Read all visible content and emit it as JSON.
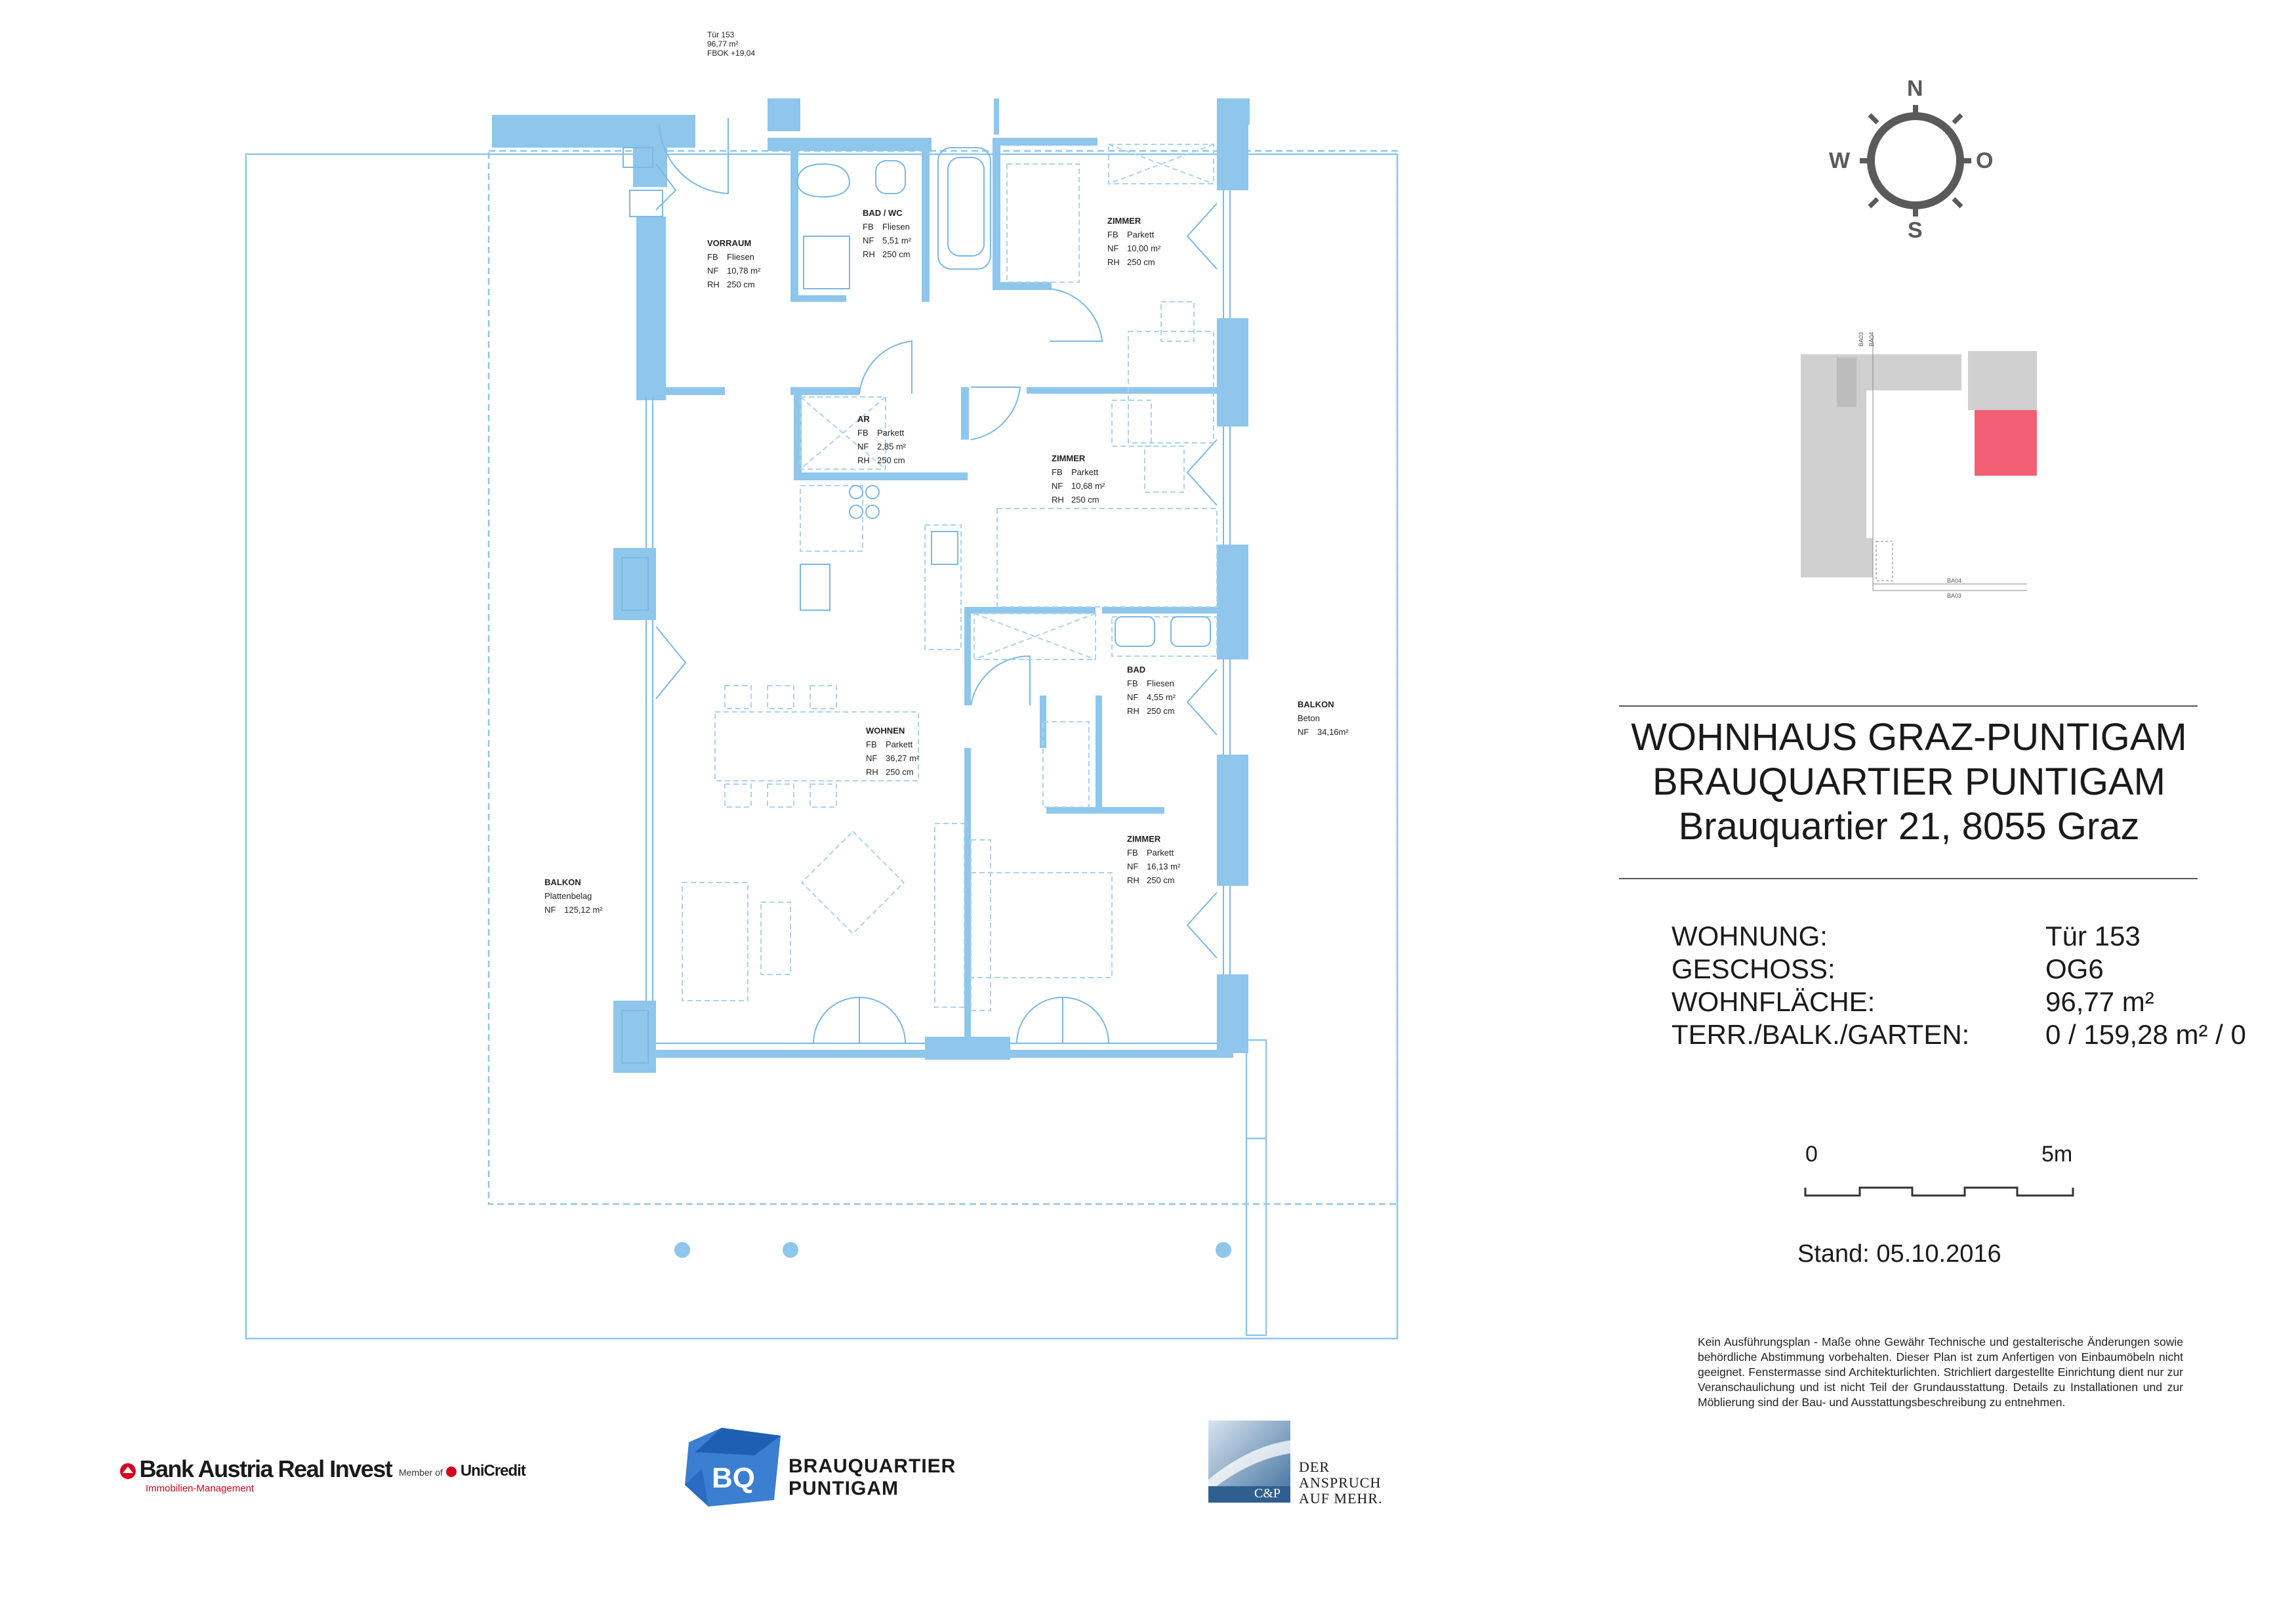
{
  "door": {
    "title": "Tür 153",
    "area": "96,77 m²",
    "fbok": "FBOK +19,04"
  },
  "rooms": [
    {
      "id": "vorraum",
      "name": "VORRAUM",
      "fb": "Fliesen",
      "nf": "10,78 m²",
      "rh": "250 cm"
    },
    {
      "id": "bad-wc",
      "name": "BAD / WC",
      "fb": "Fliesen",
      "nf": "5,51 m²",
      "rh": "250 cm"
    },
    {
      "id": "zimmer-1",
      "name": "ZIMMER",
      "fb": "Parkett",
      "nf": "10,00 m²",
      "rh": "250 cm"
    },
    {
      "id": "ar",
      "name": "AR",
      "fb": "Parkett",
      "nf": "2,85 m²",
      "rh": "250 cm"
    },
    {
      "id": "zimmer-2",
      "name": "ZIMMER",
      "fb": "Parkett",
      "nf": "10,68 m²",
      "rh": "250 cm"
    },
    {
      "id": "bad",
      "name": "BAD",
      "fb": "Fliesen",
      "nf": "4,55 m²",
      "rh": "250 cm"
    },
    {
      "id": "wohnen",
      "name": "WOHNEN",
      "fb": "Parkett",
      "nf": "36,27 m²",
      "rh": "250 cm"
    },
    {
      "id": "zimmer-3",
      "name": "ZIMMER",
      "fb": "Parkett",
      "nf": "16,13 m²",
      "rh": "250 cm"
    }
  ],
  "balconies": [
    {
      "id": "balkon-west",
      "name": "BALKON",
      "material": "Plattenbelag",
      "nf": "125,12 m²"
    },
    {
      "id": "balkon-east",
      "name": "BALKON",
      "material": "Beton",
      "nf": "34,16m²"
    }
  ],
  "labels": {
    "fb": "FB",
    "nf": "NF",
    "rh": "RH"
  },
  "compass": {
    "n": "N",
    "s": "S",
    "w": "W",
    "o": "O"
  },
  "site_labels": {
    "a": "BA03",
    "b": "BA04",
    "c": "BA04",
    "d": "BA03"
  },
  "title_lines": [
    "WOHNHAUS GRAZ-PUNTIGAM",
    "BRAUQUARTIER PUNTIGAM",
    "Brauquartier 21, 8055 Graz"
  ],
  "info": [
    {
      "key": "WOHNUNG:",
      "value": "Tür 153"
    },
    {
      "key": "GESCHOSS:",
      "value": "OG6"
    },
    {
      "key": "WOHNFLÄCHE:",
      "value": "96,77 m²"
    },
    {
      "key": "TERR./BALK./GARTEN:",
      "value": "0 / 159,28 m² / 0"
    }
  ],
  "scale": {
    "start": "0",
    "end": "5m"
  },
  "stand": "Stand: 05.10.2016",
  "disclaimer": "Kein Ausführungsplan - Maße ohne Gewähr Technische und gestalterische Änderungen sowie behördliche Abstimmung vorbehalten. Dieser Plan ist zum Anfertigen von Einbaumöbeln nicht geeignet. Fenstermasse sind Architekturlichten. Strichliert dargestellte Einrichtung dient nur zur Veranschaulichung und ist nicht Teil der Grundausstattung. Details zu Installationen und zur Möblierung sind der Bau- und Ausstattungsbeschreibung zu entnehmen.",
  "logos": {
    "bank_austria": "Bank Austria Real Invest",
    "bank_austria_sub": "Immobilien-Management",
    "member_of": "Member of",
    "unicredit": "UniCredit",
    "bq_mark": "BQ",
    "bq_line1": "BRAUQUARTIER",
    "bq_line2": "PUNTIGAM",
    "cp_mark": "C&P",
    "cp_line1": "DER",
    "cp_line2": "ANSPRUCH",
    "cp_line3": "AUF MEHR."
  },
  "colors": {
    "wall": "#8ec6ec",
    "line": "#7ab8e6",
    "dashed": "#a9d3f0",
    "highlight": "#f25f74",
    "site_grey": "#d0d0d0"
  }
}
